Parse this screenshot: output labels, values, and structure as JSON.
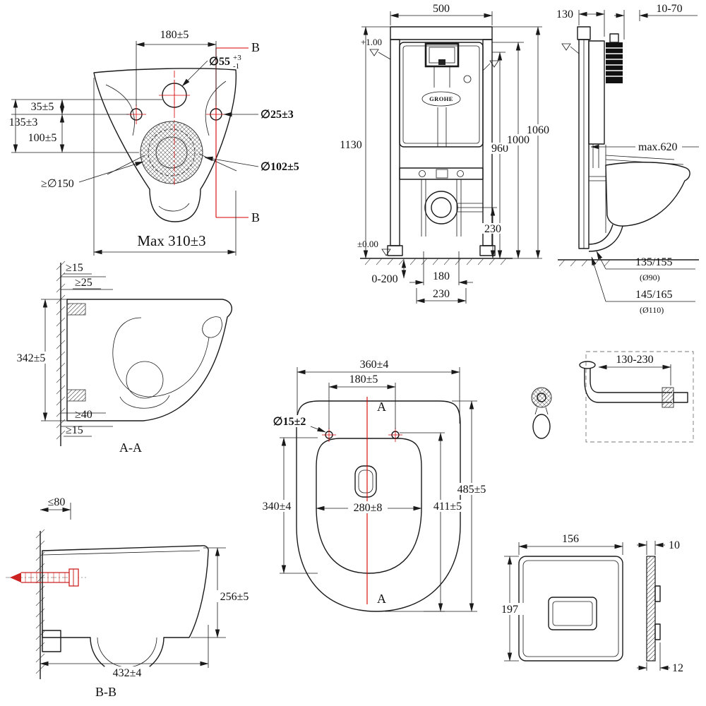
{
  "bowl_front": {
    "hole_spacing": "180±5",
    "section_top": "B",
    "section_bottom": "B",
    "seat_hole": "∅55",
    "seat_hole_tol_up": "+3",
    "seat_hole_tol_dn": "-1",
    "dim_a": "35±5",
    "dim_b": "135±3",
    "dim_c": "100±5",
    "mount_hole": "∅25±3",
    "drain_min": "≥∅150",
    "drain_pipe": "∅102±5",
    "max_width": "Max 310±3"
  },
  "frame_front": {
    "width": "500",
    "height": "1130",
    "level_top": "+1.00",
    "level_floor": "±0.00",
    "h1": "1060",
    "h2": "1000",
    "h3": "960",
    "drain_height": "230",
    "foot_range": "0-200",
    "leg_span": "180",
    "fix_span": "230",
    "brand": "GROHE"
  },
  "frame_side": {
    "depth": "130",
    "wall_gap": "10-70",
    "max_reach": "max.620",
    "outlet1": "135/155",
    "outlet1_dia": "(Ø90)",
    "outlet2": "145/165",
    "outlet2_dia": "(Ø110)"
  },
  "section_aa": {
    "c1": "≥15",
    "c2": "≥25",
    "height": "342±5",
    "c3": "≥40",
    "c4": "≥15",
    "label": "A-A"
  },
  "bowl_top": {
    "width": "360±4",
    "hole_spacing": "180±5",
    "hole_dia": "∅15±2",
    "section_top": "A",
    "section_bottom": "A",
    "inner_len": "340±4",
    "inner_width": "280±8",
    "len_to_hole": "411±5",
    "total_len": "485±5"
  },
  "flush_pipe": {
    "range": "130-230"
  },
  "section_bb": {
    "anchor_depth": "≤80",
    "height": "256±5",
    "length": "432±4",
    "label": "B-B"
  },
  "flush_plate": {
    "width": "156",
    "height": "197",
    "th_top": "10",
    "th_bottom": "12"
  },
  "colors": {
    "accent": "#d40000",
    "line": "#1a1a1a"
  }
}
